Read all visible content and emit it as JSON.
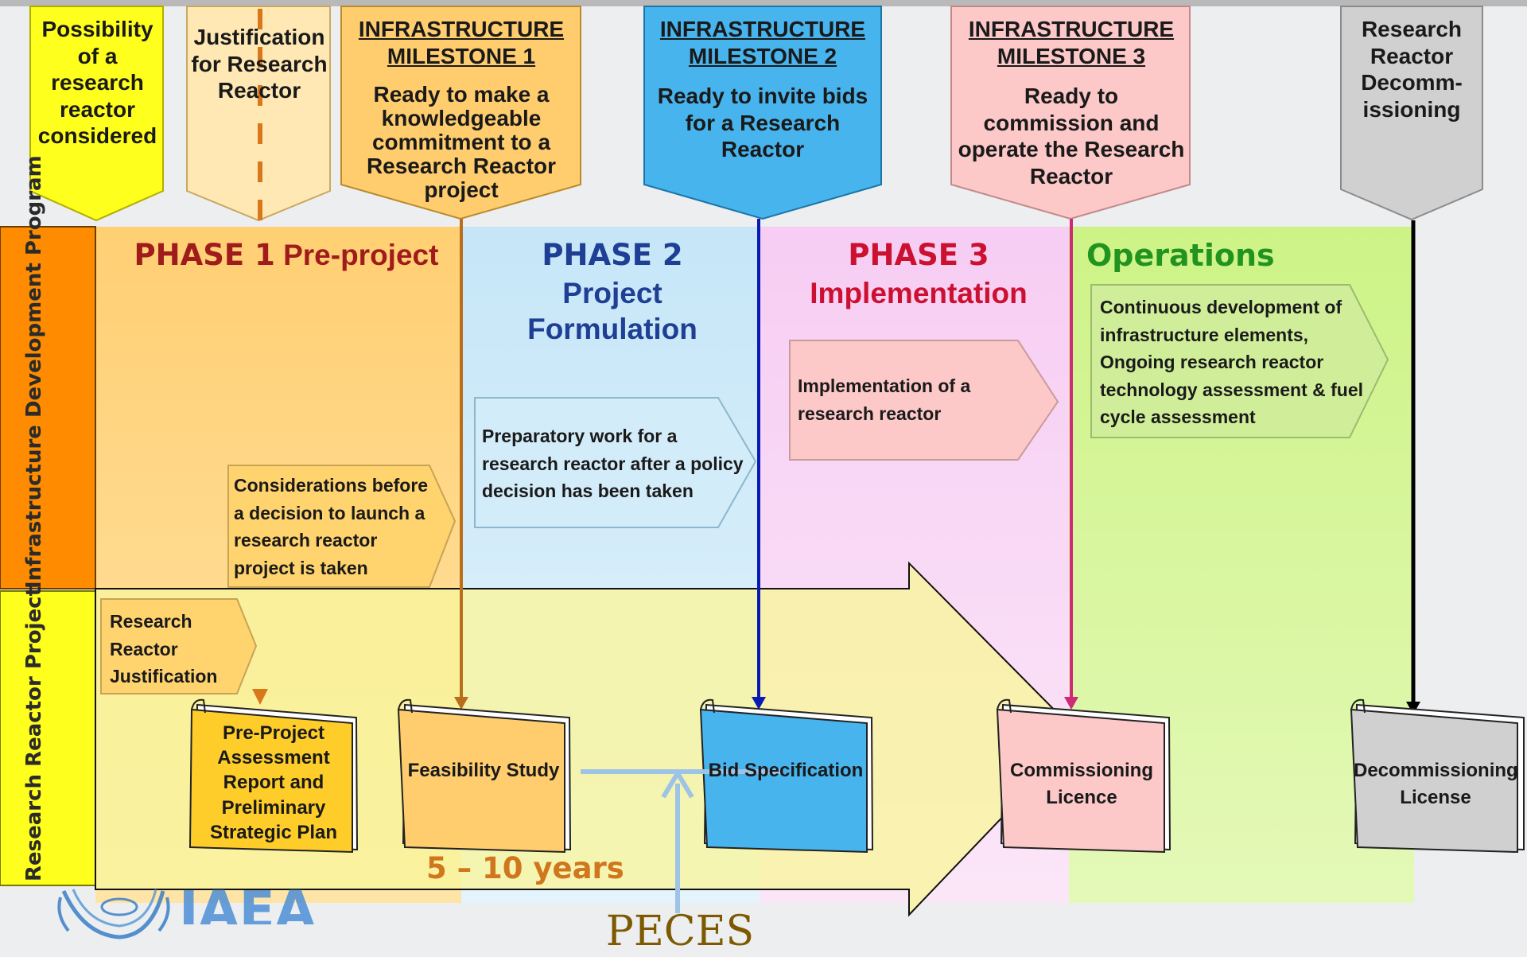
{
  "milestones": {
    "possibility": {
      "text": "Possibility of a research reactor considered"
    },
    "justification": {
      "text": "Justification for Research Reactor"
    },
    "m1": {
      "title": "INFRASTRUCTURE MILESTONE 1",
      "text": "Ready to make a knowledgeable commitment to a Research Reactor project"
    },
    "m2": {
      "title": "INFRASTRUCTURE MILESTONE 2",
      "text": "Ready to invite bids for a Research Reactor"
    },
    "m3": {
      "title": "INFRASTRUCTURE MILESTONE 3",
      "text": "Ready to commission and operate the Research Reactor"
    },
    "decom": {
      "text": "Research Reactor Decomm-issioning"
    }
  },
  "rows": {
    "infrastructure": "Infrastructure Development Program",
    "project": "Research Reactor Project"
  },
  "phases": {
    "p1_label": "PHASE 1",
    "p1_name": "Pre-project",
    "p2_label": "PHASE 2",
    "p2_name": "Project Formulation",
    "p3_label": "PHASE 3",
    "p3_name": "Implementation",
    "ops": "Operations"
  },
  "activities": {
    "considerations": "Considerations before a decision to launch a research reactor project is taken",
    "preparatory": "Preparatory work for a research reactor after a policy decision has been taken",
    "implementation": "Implementation of a research reactor",
    "continuous": "Continuous development of infrastructure elements, Ongoing research reactor technology assessment & fuel cycle assessment",
    "rr_justification": "Research Reactor Justification"
  },
  "documents": {
    "pre_project": "Pre-Project Assessment Report and Preliminary Strategic Plan",
    "feasibility": "Feasibility Study",
    "bid": "Bid Specification",
    "commissioning": "Commissioning Licence",
    "decommissioning": "Decommissioning License"
  },
  "duration": "5 – 10 years",
  "peces": "PECES",
  "logo": "IAEA",
  "colors": {
    "phase1": "#ffd782",
    "phase2": "#d3ecf9",
    "phase3": "#f9d9f5",
    "operations": "#d6f59c",
    "possibility": "#ffff1e",
    "m1": "#ffcd6e",
    "m2": "#47b4ee",
    "m3": "#fdc8c8",
    "decom": "#d0d0d0",
    "dark_red": "#a01c1c",
    "dark_blue": "#1e3f94",
    "crimson": "#cc1030",
    "green": "#239320",
    "orange_text": "#d0761c"
  }
}
